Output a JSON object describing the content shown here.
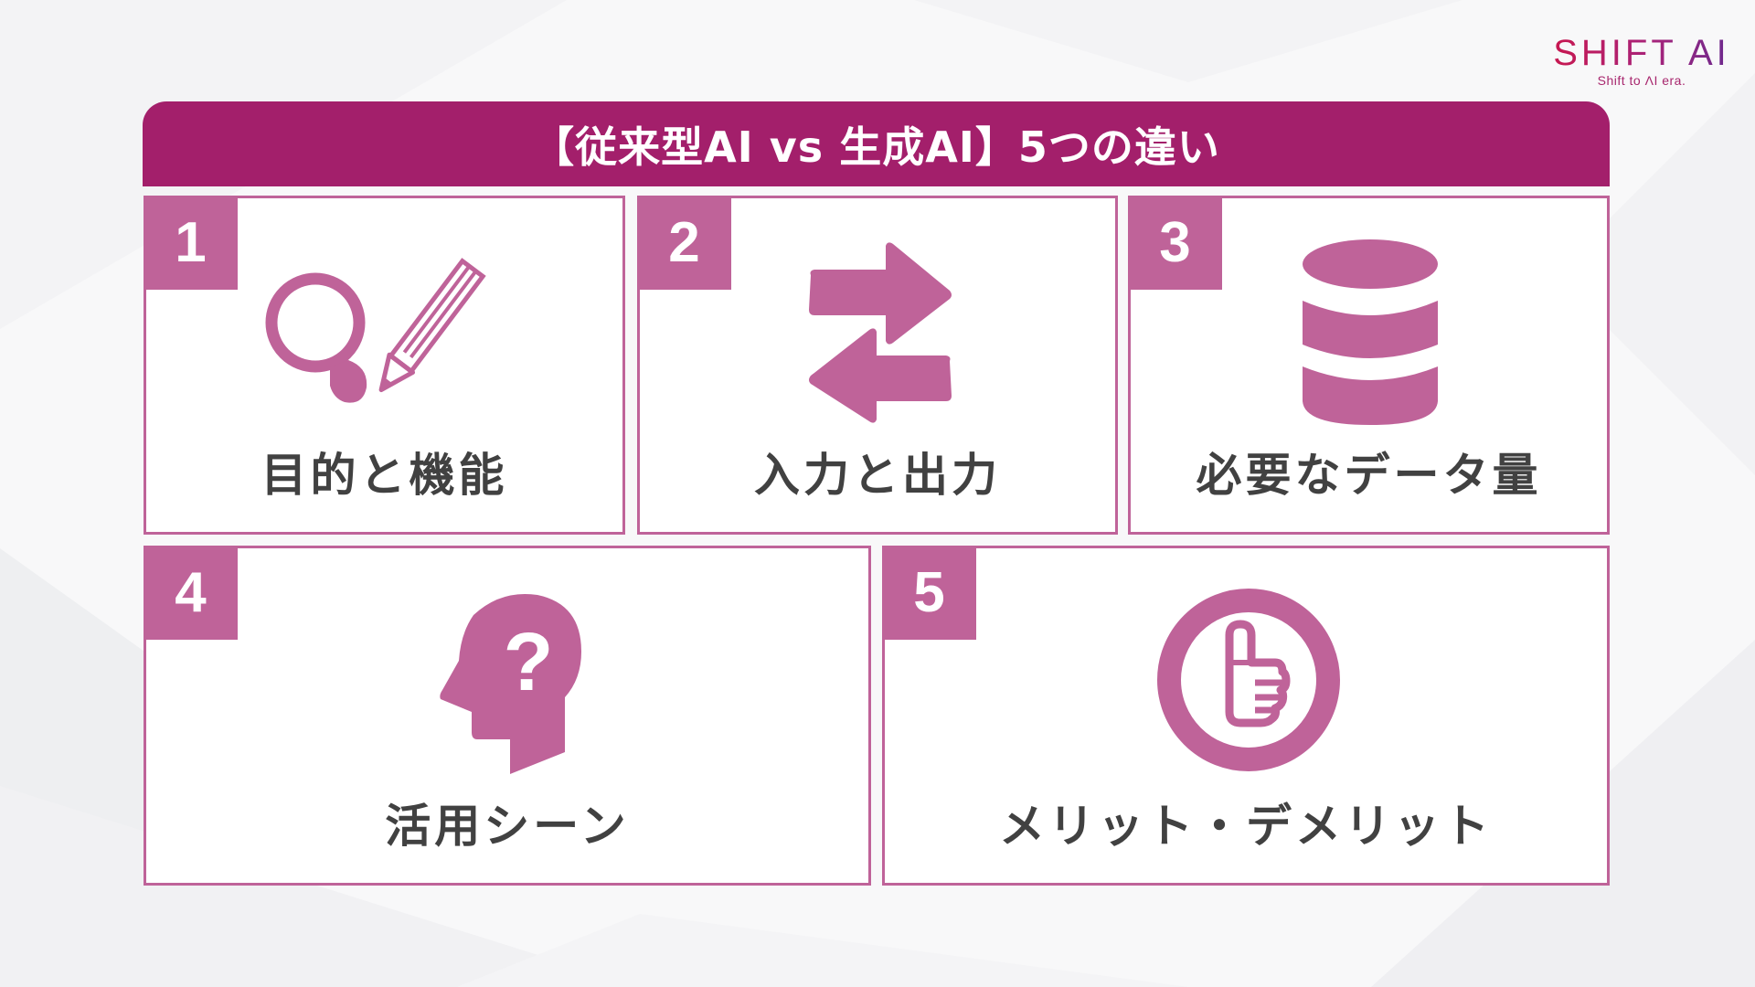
{
  "logo": {
    "brand": "SHIFT AI",
    "tagline": "Shift to ΛI era."
  },
  "header": {
    "title": "【従来型AI vs 生成AI】5つの違い"
  },
  "colors": {
    "header_bg": "#a31f6b",
    "accent": "#bf6399",
    "label_text": "#414141",
    "background": "#f7f7f8"
  },
  "cards": [
    {
      "number": "1",
      "label": "目的と機能",
      "icon": "magnifier-and-pencil-icon"
    },
    {
      "number": "2",
      "label": "入力と出力",
      "icon": "exchange-arrows-icon"
    },
    {
      "number": "3",
      "label": "必要なデータ量",
      "icon": "database-icon"
    },
    {
      "number": "4",
      "label": "活用シーン",
      "icon": "head-question-icon"
    },
    {
      "number": "5",
      "label": "メリット・デメリット",
      "icon": "thumbs-up-circle-icon"
    }
  ]
}
